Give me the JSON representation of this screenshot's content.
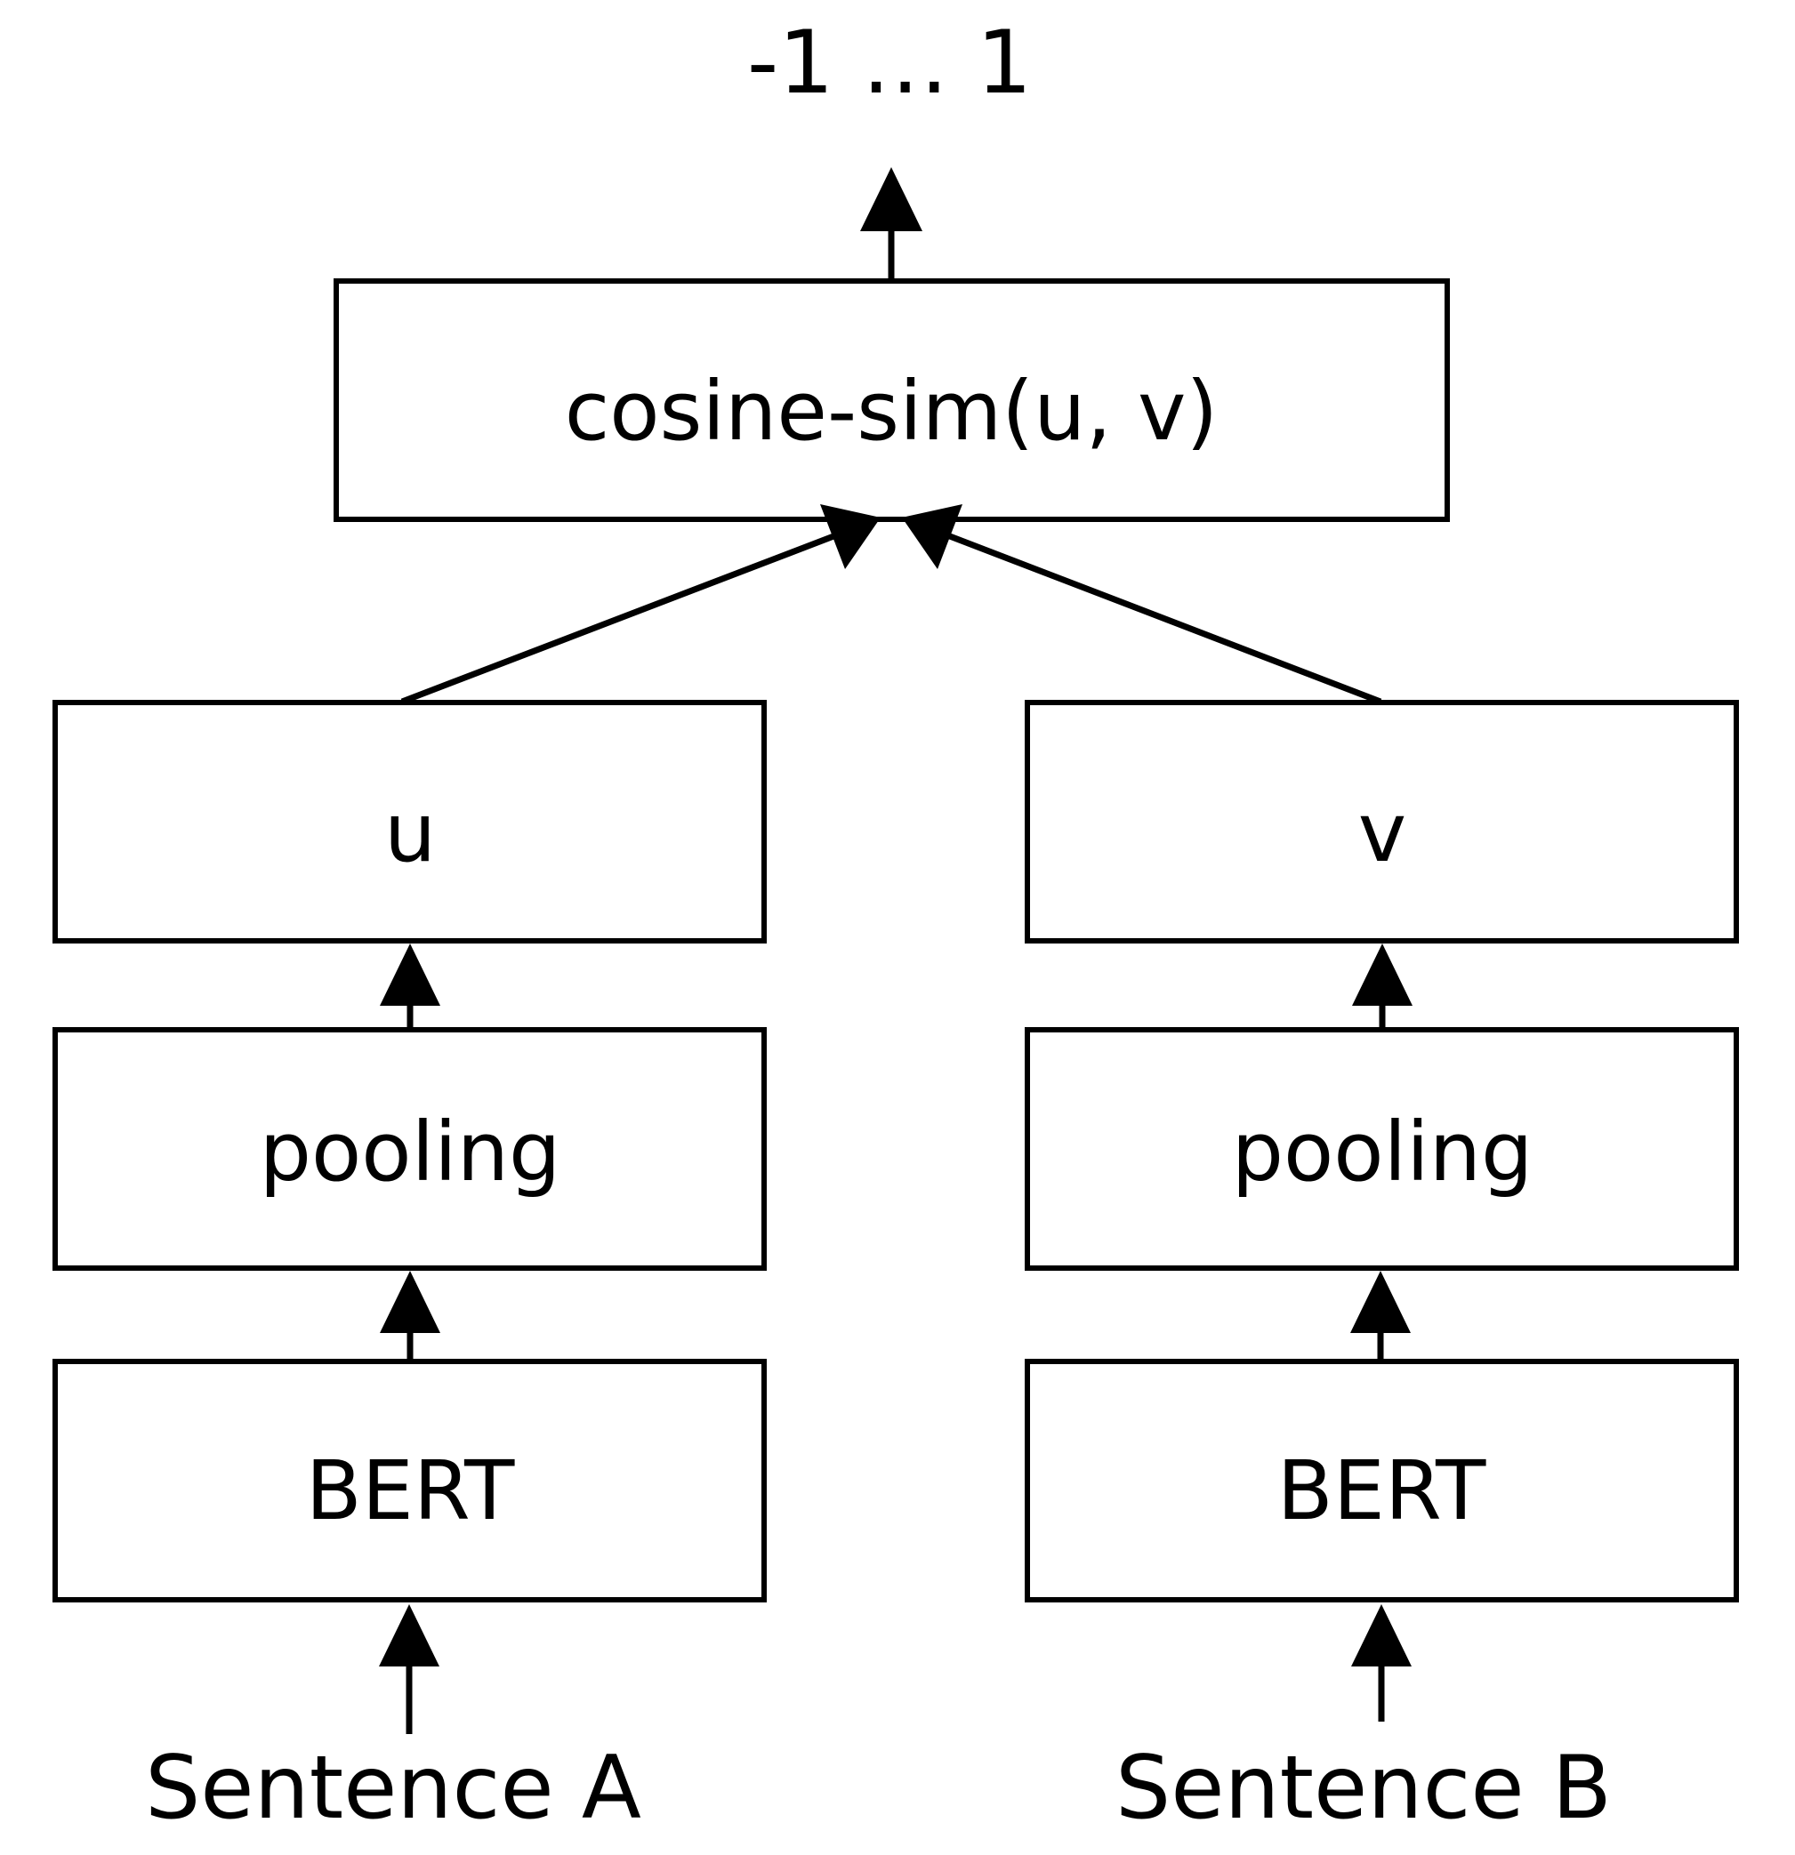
{
  "output_range": "-1 … 1",
  "similarity": {
    "label": "cosine-sim(u, v)"
  },
  "left": {
    "vector": "u",
    "pooling": "pooling",
    "encoder": "BERT",
    "input": "Sentence A"
  },
  "right": {
    "vector": "v",
    "pooling": "pooling",
    "encoder": "BERT",
    "input": "Sentence B"
  }
}
